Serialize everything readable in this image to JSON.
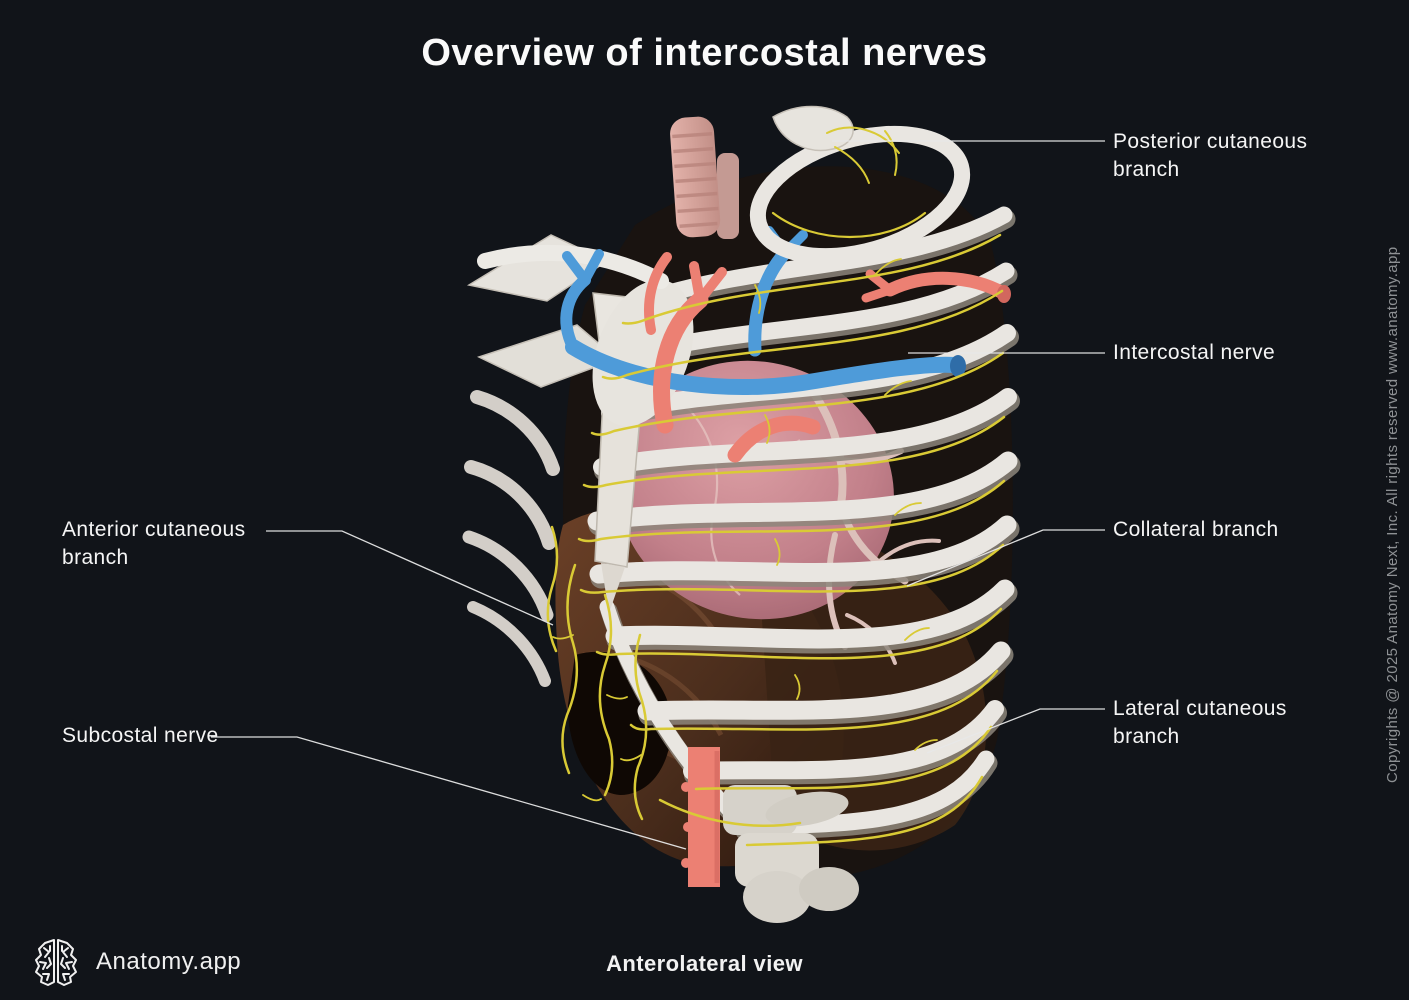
{
  "title": "Overview of intercostal nerves",
  "view_caption": "Anterolateral view",
  "branding": {
    "app_name": "Anatomy.app",
    "logo_icon": "brain-icon"
  },
  "copyright_vertical": "Copyrights @ 2025 Anatomy Next, Inc. All rights reserved www.anatomy.app",
  "labels": [
    {
      "id": "posterior-cutaneous-branch",
      "text": "Posterior cutaneous\nbranch",
      "side": "right"
    },
    {
      "id": "intercostal-nerve",
      "text": "Intercostal nerve",
      "side": "right"
    },
    {
      "id": "collateral-branch",
      "text": "Collateral branch",
      "side": "right"
    },
    {
      "id": "lateral-cutaneous-branch",
      "text": "Lateral cutaneous\nbranch",
      "side": "right"
    },
    {
      "id": "anterior-cutaneous-branch",
      "text": "Anterior cutaneous\nbranch",
      "side": "left"
    },
    {
      "id": "subcostal-nerve",
      "text": "Subcostal nerve",
      "side": "left"
    }
  ],
  "illustration": {
    "subject": "3D render of thorax with ribcage, intercostal nerves, heart, great vessels, trachea, diaphragm, and descending aorta",
    "view": "anterolateral",
    "colors": {
      "background": "#111419",
      "bone": "#e9e6e1",
      "bone_shadow": "#97908a",
      "nerve_yellow": "#d9ca35",
      "artery_salmon": "#ec8073",
      "vein_blue": "#4e9bd9",
      "heart_pink": "#c8858d",
      "muscle_brown": "#4a2d1c",
      "trachea_pink": "#d9a49c",
      "label_line": "#e8e8e8",
      "text_primary": "#f5f5f5",
      "copyright_gray": "#8e9194"
    }
  }
}
